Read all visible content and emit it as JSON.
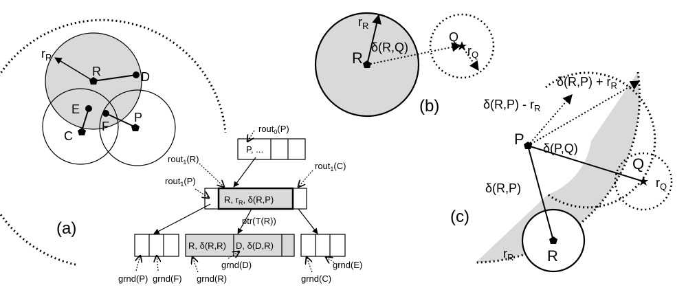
{
  "panel_a": {
    "label": "(a)",
    "points": {
      "R": "R",
      "D": "D",
      "E": "E",
      "C": "C",
      "F": "F",
      "P": "P"
    },
    "radius_label": {
      "main": "r",
      "sub": "R"
    },
    "pointers": {
      "rout0_P": {
        "main": "rout",
        "sub": "0",
        "tail": "(P)"
      },
      "rout1_R": {
        "main": "rout",
        "sub": "1",
        "tail": "(R)"
      },
      "rout1_P": {
        "main": "rout",
        "sub": "1",
        "tail": "(P)"
      },
      "rout1_C": {
        "main": "rout",
        "sub": "1",
        "tail": "(C)"
      },
      "ptr_TR": "ptr(T(R))"
    },
    "top_node": {
      "cell1": "P, ..."
    },
    "middle_node": {
      "cell_main": "R, r",
      "cell_main_sub": "R",
      "cell_main_tail": ", δ(R,P)"
    },
    "left_child": {
      "grnd1": "grnd(P)",
      "grnd2": "grnd(F)"
    },
    "center_child": {
      "entry1": "R, δ(R,R)",
      "entry2": "D, δ(D,R)",
      "grnd1": "grnd(R)",
      "grnd2": "grnd(D)"
    },
    "right_child": {
      "grnd1": "grnd(C)",
      "grnd2": "grnd(E)"
    }
  },
  "panel_b": {
    "label": "(b)",
    "R": "R",
    "Q": "Q",
    "rR": {
      "main": "r",
      "sub": "R"
    },
    "rQ": {
      "main": "r",
      "sub": "Q"
    },
    "dist": "δ(R,Q)"
  },
  "panel_c": {
    "label": "(c)",
    "P": "P",
    "Q": "Q",
    "R": "R",
    "rR": {
      "main": "r",
      "sub": "R"
    },
    "rQ": {
      "main": "r",
      "sub": "Q"
    },
    "outer": {
      "main": "δ(R,P) + r",
      "sub": "R"
    },
    "inner": {
      "main": "δ(R,P) - r",
      "sub": "R"
    },
    "dPQ": "δ(P,Q)",
    "dRP": "δ(R,P)"
  },
  "colors": {
    "shade": "#d9d9d9",
    "ink": "#000000"
  }
}
